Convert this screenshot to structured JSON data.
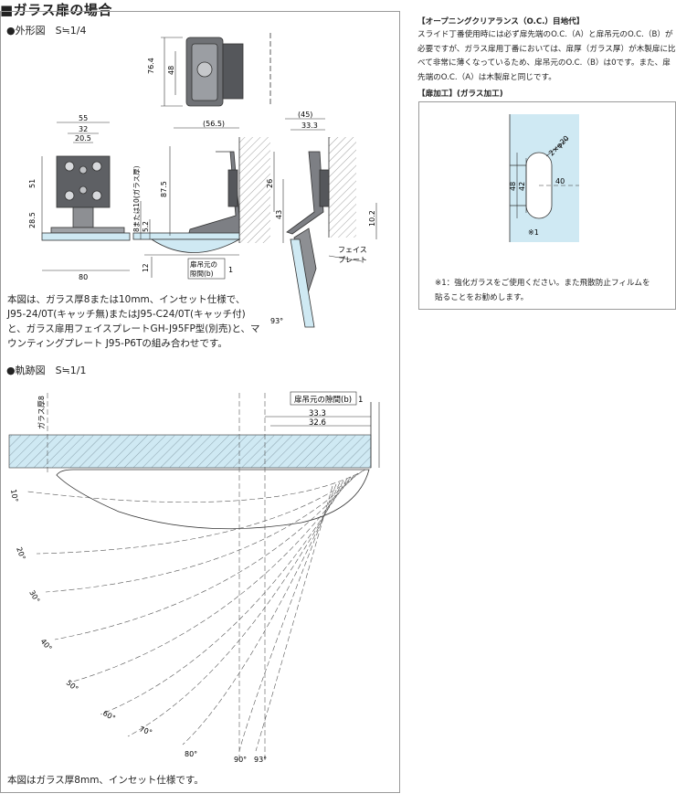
{
  "title": "■ガラス扉の場合",
  "outer": {
    "heading": "●外形図　S≒1/4",
    "dims": {
      "d76_4": "76.4",
      "d48": "48",
      "d55": "55",
      "d32": "32",
      "d20_5": "20.5",
      "d51": "51",
      "d28_5": "28.5",
      "d80a": "80",
      "d56_5": "(56.5)",
      "d87_5": "87.5",
      "d8or10": "8または10(ガラス厚)",
      "d5_2": "5.2",
      "d12": "12",
      "d80b": "80",
      "gap_label_1": "扉吊元の",
      "gap_label_2": "隙間(b)",
      "d1a": "1",
      "d45": "(45)",
      "d33_3a": "33.3",
      "d26": "26",
      "d43": "43",
      "d10_2": "10.2",
      "face_plate_1": "フェイス",
      "face_plate_2": "プレート",
      "d93a": "93°"
    },
    "description": "本図は、ガラス厚8または10mm、インセット仕様で、J95-24/0T(キャッチ無)またはJ95-C24/0T(キャッチ付)と、ガラス扉用フェイスプレートGH-J95FP型(別売)と、マウンティングプレート J95-P6Tの組み合わせです。"
  },
  "track": {
    "heading": "●軌跡図　S≒1/1",
    "glass_label": "ガラス厚8",
    "gap_label": "扉吊元の隙間(b)",
    "d1": "1",
    "d33_3": "33.3",
    "d32_6": "32.6",
    "angles": [
      "10°",
      "20°",
      "30°",
      "40°",
      "50°",
      "60°",
      "70°",
      "80°",
      "90°",
      "93°"
    ],
    "caption": "本図はガラス厚8mm、インセット仕様です。"
  },
  "clearance": {
    "heading": "【オープニングクリアランス（O.C.）目地代】",
    "text": "スライド丁番使用時には必ず扉先端のO.C.（A）と扉吊元のO.C.（B）が必要ですが、ガラス扉用丁番においては、扉厚（ガラス厚）が木製扉に比べて非常に薄くなっているため、扉吊元のO.C.（B）は0です。また、扉先端のO.C.（A）は木製扉と同じです。"
  },
  "processing": {
    "heading": "【扉加工】(ガラス加工)",
    "dims": {
      "r": "2×φ20",
      "d48": "48",
      "d42": "42",
      "d40": "40",
      "note_mark": "※1"
    },
    "note": "※1：強化ガラスをご使用ください。また飛散防止フィルムを貼ることをお勧めします。"
  },
  "colors": {
    "glass": "#cfe9f3",
    "hatch": "#7a8f9a",
    "part": "#7d7f84",
    "line": "#333333"
  }
}
